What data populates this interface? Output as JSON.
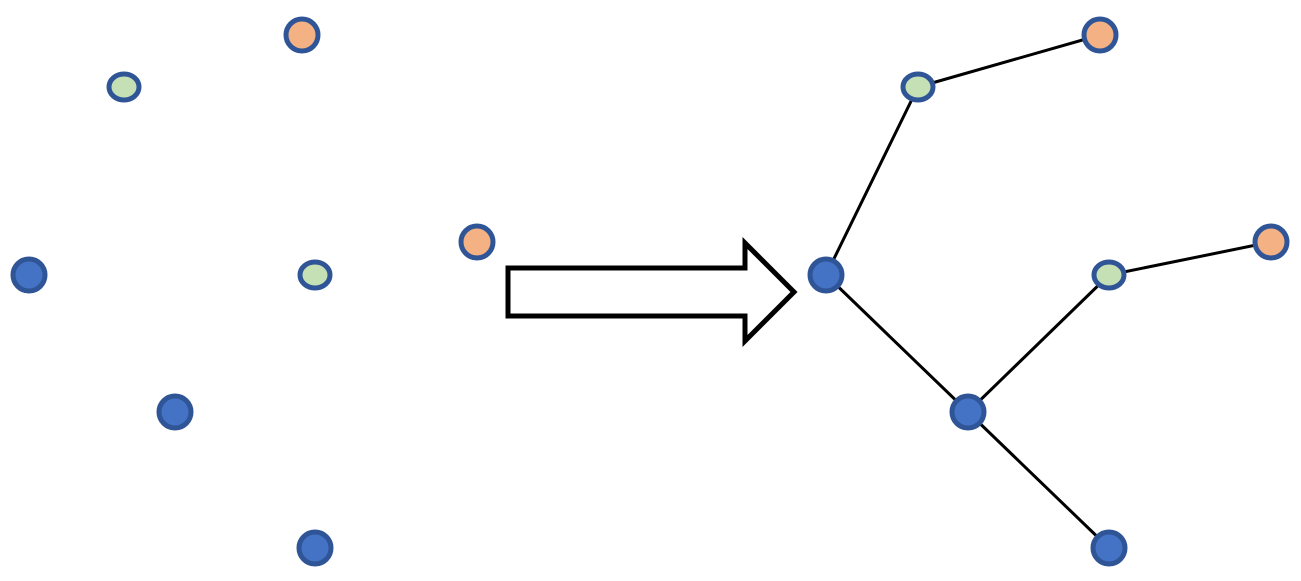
{
  "colors": {
    "background": "#ffffff",
    "node_outline": "#2f5597",
    "type_blue": "#4472c4",
    "type_green": "#c5e0b4",
    "type_orange": "#f4b183",
    "edge": "#000000",
    "arrow_fill": "#ffffff",
    "arrow_stroke": "#000000"
  },
  "input_nodes": [
    {
      "id": "in-orange-top",
      "type": "orange"
    },
    {
      "id": "in-green-top",
      "type": "green"
    },
    {
      "id": "in-blue-left",
      "type": "blue"
    },
    {
      "id": "in-green-mid",
      "type": "green"
    },
    {
      "id": "in-orange-right",
      "type": "orange"
    },
    {
      "id": "in-blue-mid",
      "type": "blue"
    },
    {
      "id": "in-blue-bottom",
      "type": "blue"
    }
  ],
  "transform_arrow": {
    "direction": "right"
  },
  "tree_nodes": [
    {
      "id": "root",
      "type": "blue"
    },
    {
      "id": "green-top",
      "type": "green"
    },
    {
      "id": "orange-top",
      "type": "orange"
    },
    {
      "id": "blue-mid",
      "type": "blue"
    },
    {
      "id": "green-mid",
      "type": "green"
    },
    {
      "id": "orange-right",
      "type": "orange"
    },
    {
      "id": "blue-bottom",
      "type": "blue"
    }
  ],
  "tree_edges": [
    [
      "root",
      "green-top"
    ],
    [
      "green-top",
      "orange-top"
    ],
    [
      "root",
      "blue-mid"
    ],
    [
      "blue-mid",
      "green-mid"
    ],
    [
      "green-mid",
      "orange-right"
    ],
    [
      "blue-mid",
      "blue-bottom"
    ]
  ]
}
